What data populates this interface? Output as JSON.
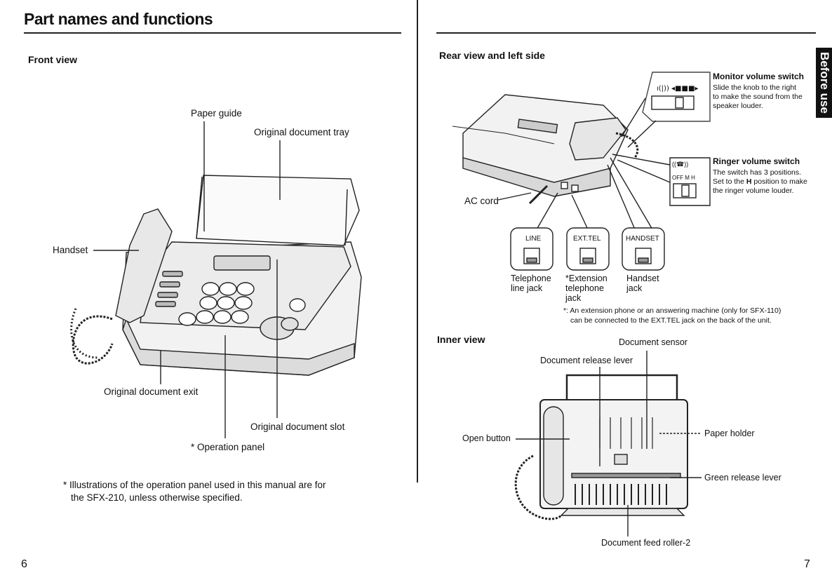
{
  "page_title": "Part names and functions",
  "front": {
    "heading": "Front view",
    "paper_guide": "Paper guide",
    "doc_tray": "Original document  tray",
    "handset": "Handset",
    "doc_exit": "Original document exit",
    "doc_slot": "Original document slot",
    "op_panel": "* Operation panel",
    "note_line1": "* Illustrations of the operation panel used in this manual are for",
    "note_line2": "the SFX-210, unless otherwise specified."
  },
  "rear": {
    "heading": "Rear view and left side",
    "ac_cord": "AC cord",
    "monitor_title": "Monitor volume switch",
    "monitor_desc1": "Slide the knob to the right",
    "monitor_desc2": "to make the sound from the",
    "monitor_desc3": "speaker louder.",
    "ringer_title": "Ringer volume switch",
    "ringer_desc1": "The switch has 3 positions.",
    "ringer_desc2_pre": "Set to the ",
    "ringer_desc2_bold": "H",
    "ringer_desc2_post": " position to make",
    "ringer_desc3": "the ringer volume louder.",
    "ringer_scale": "OFF  M  H",
    "jack_line": "LINE",
    "jack_ext": "EXT.TEL",
    "jack_handset": "HANDSET",
    "tel_line1": "Telephone",
    "tel_line2": "line jack",
    "ext_line1": "*Extension",
    "ext_line2": "telephone",
    "ext_line3": "jack",
    "hs_line1": "Handset",
    "hs_line2": "jack",
    "footnote1": "*: An extension phone or an answering machine (only for SFX-110)",
    "footnote2": "can be connected to the EXT.TEL jack on the back of the unit."
  },
  "inner": {
    "heading": "Inner view",
    "doc_sensor": "Document sensor",
    "release_lever": "Document release lever",
    "open_button": "Open button",
    "paper_holder": "Paper holder",
    "green_lever": "Green release lever",
    "feed_roller": "Document feed roller-2"
  },
  "side_tab": "Before use",
  "page_left": "6",
  "page_right": "7",
  "colors": {
    "ink": "#111111",
    "paper": "#ffffff"
  }
}
